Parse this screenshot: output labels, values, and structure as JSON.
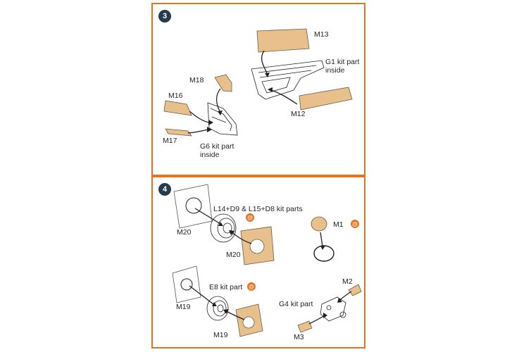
{
  "step3": {
    "number": "3",
    "labels": {
      "m13": "M13",
      "g1": "G1 kit part inside",
      "m12": "M12",
      "m18": "M18",
      "m16": "M16",
      "m17": "M17",
      "g6": "G6 kit part inside"
    }
  },
  "step4": {
    "number": "4",
    "labels": {
      "l14": "L14+D9 & L15+D8 kit parts",
      "m20a": "M20",
      "m20b": "M20",
      "m1": "M1",
      "e8": "E8 kit part",
      "m19a": "M19",
      "m19b": "M19",
      "m2": "M2",
      "g4": "G4 kit part",
      "m3": "M3"
    }
  },
  "colors": {
    "frame": "#e8731f",
    "badge": "#263b4c",
    "etched_part": "#e7c08c",
    "glue_marker": "#e8731f"
  },
  "icons": [
    "arrow-icon",
    "glue-marker-icon"
  ]
}
